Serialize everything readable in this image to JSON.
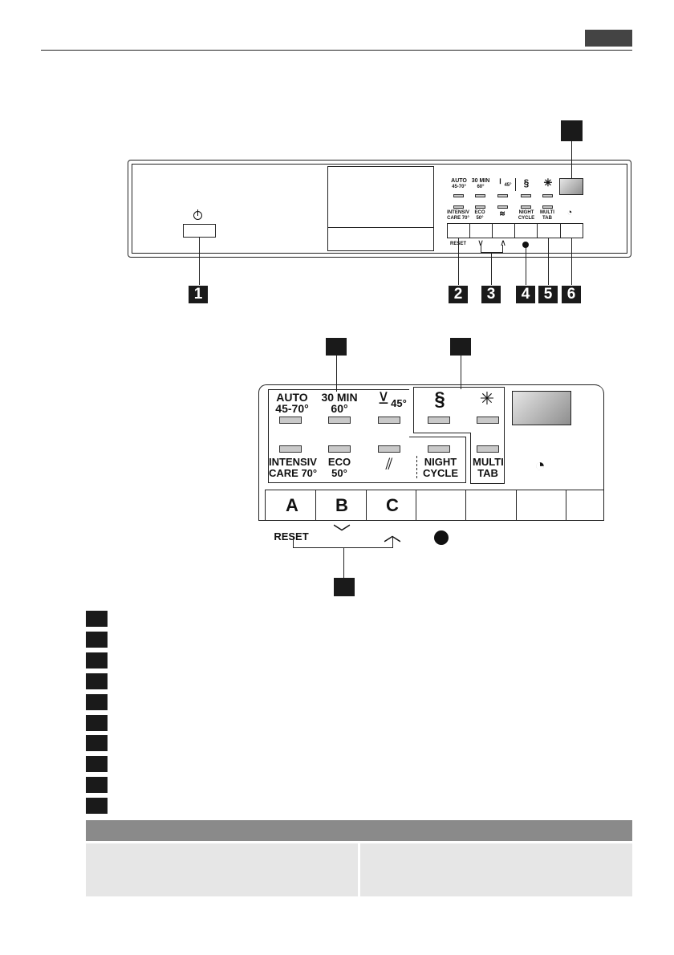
{
  "header": {
    "tab_color": "#444444"
  },
  "overview": {
    "reset_label": "RESET",
    "programs_top": [
      "AUTO",
      "45-70°",
      "30 MIN",
      "60°",
      "45°"
    ],
    "programs_bottom": [
      "INTENSIV",
      "CARE 70°",
      "ECO",
      "50°",
      "NIGHT",
      "CYCLE",
      "MULTI",
      "TAB"
    ],
    "callouts": [
      "1",
      "2",
      "3",
      "4",
      "5",
      "6"
    ],
    "icons": [
      "power-icon",
      "glass-icon",
      "rinse-aid-icon",
      "salt-icon",
      "spray-icon",
      "timer-icon",
      "half-load-icon"
    ]
  },
  "detail": {
    "top_row": {
      "auto": "AUTO",
      "auto_temp": "45-70°",
      "min30": "30 MIN",
      "min30_temp": "60°",
      "glass_temp": "45°"
    },
    "bottom_row": {
      "intensiv": "INTENSIV",
      "intensiv_temp": "CARE 70°",
      "eco": "ECO",
      "eco_temp": "50°",
      "night": "NIGHT",
      "night2": "CYCLE",
      "multi": "MULTI",
      "multi2": "TAB"
    },
    "keys": [
      "A",
      "B",
      "C"
    ],
    "reset_label": "RESET"
  },
  "legend": {
    "count": 10
  },
  "table": {
    "header_color": "#8a8a8a",
    "cell_color": "#e6e6e6"
  }
}
